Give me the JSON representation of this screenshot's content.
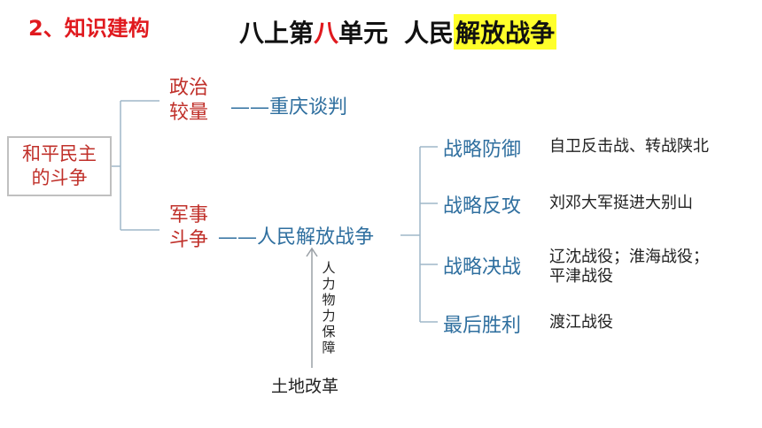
{
  "heading": {
    "section": "2、知识建构",
    "title_part1": "八上第",
    "title_number": "八",
    "title_part2": "单元",
    "title_part3": "人民",
    "title_highlight": "解放战争"
  },
  "root": {
    "line1": "和平民主",
    "line2": "的斗争"
  },
  "branch_politics": {
    "line1": "政治",
    "line2": "较量",
    "result": "——重庆谈判"
  },
  "branch_military": {
    "line1": "军事",
    "line2": "斗争",
    "result": "——人民解放战争"
  },
  "support": {
    "vertical": [
      "人",
      "力",
      "物",
      "力",
      "保",
      "障"
    ],
    "base": "土地改革"
  },
  "stages": [
    {
      "name": "战略防御",
      "detail": "自卫反击战、转战陕北"
    },
    {
      "name": "战略反攻",
      "detail": "刘邓大军挺进大别山"
    },
    {
      "name": "战略决战",
      "detail": "辽沈战役；淮海战役；",
      "detail2": "平津战役"
    },
    {
      "name": "最后胜利",
      "detail": "渡江战役"
    }
  ],
  "colors": {
    "heading_red": "#e0191e",
    "highlight": "#ffff2a",
    "branch_red": "#c0302a",
    "blue": "#2f6f9f",
    "connector": "#9fb7c9"
  }
}
